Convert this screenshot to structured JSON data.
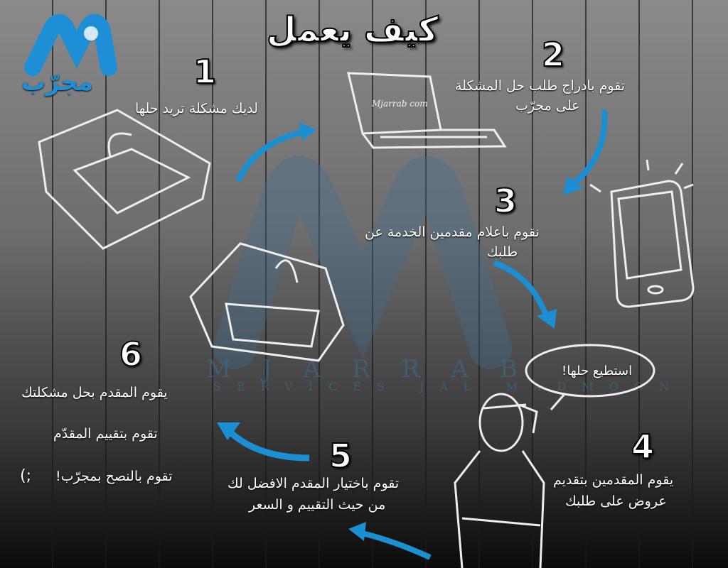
{
  "title": "كيف يعمل",
  "logo": {
    "text": "مجرّب",
    "color": "#1e8fd6"
  },
  "watermark": {
    "line1": "MJARRAB",
    "line2": "SERVICES JAL MADMOON"
  },
  "accent": "#1a8fd4",
  "steps": [
    {
      "num": "1",
      "text": "لديك مشكلة تريد حلها"
    },
    {
      "num": "2",
      "line1": "تقوم بادراج طلب حل المشكلة",
      "line2": "على مجرّب",
      "screen": "Mjarrab com"
    },
    {
      "num": "3",
      "line1": "نقوم باعلام مقدمين الخدمة عن",
      "line2": "طلبك"
    },
    {
      "num": "4",
      "line1": "يقوم المقدمين بتقديم",
      "line2": "عروض على طلبك",
      "bubble": "استطيع حلها!"
    },
    {
      "num": "5",
      "line1": "تقوم باختيار المقدم الافضل لك",
      "line2": "من حيث التقييم و السعر"
    },
    {
      "num": "6",
      "line1": "يقوم المقدم بحل مشكلتك",
      "line2": "تقوم بتقييم المقدّم",
      "line3": "تقوم بالنصح بمجرّب!",
      "smiley": ";)"
    }
  ]
}
